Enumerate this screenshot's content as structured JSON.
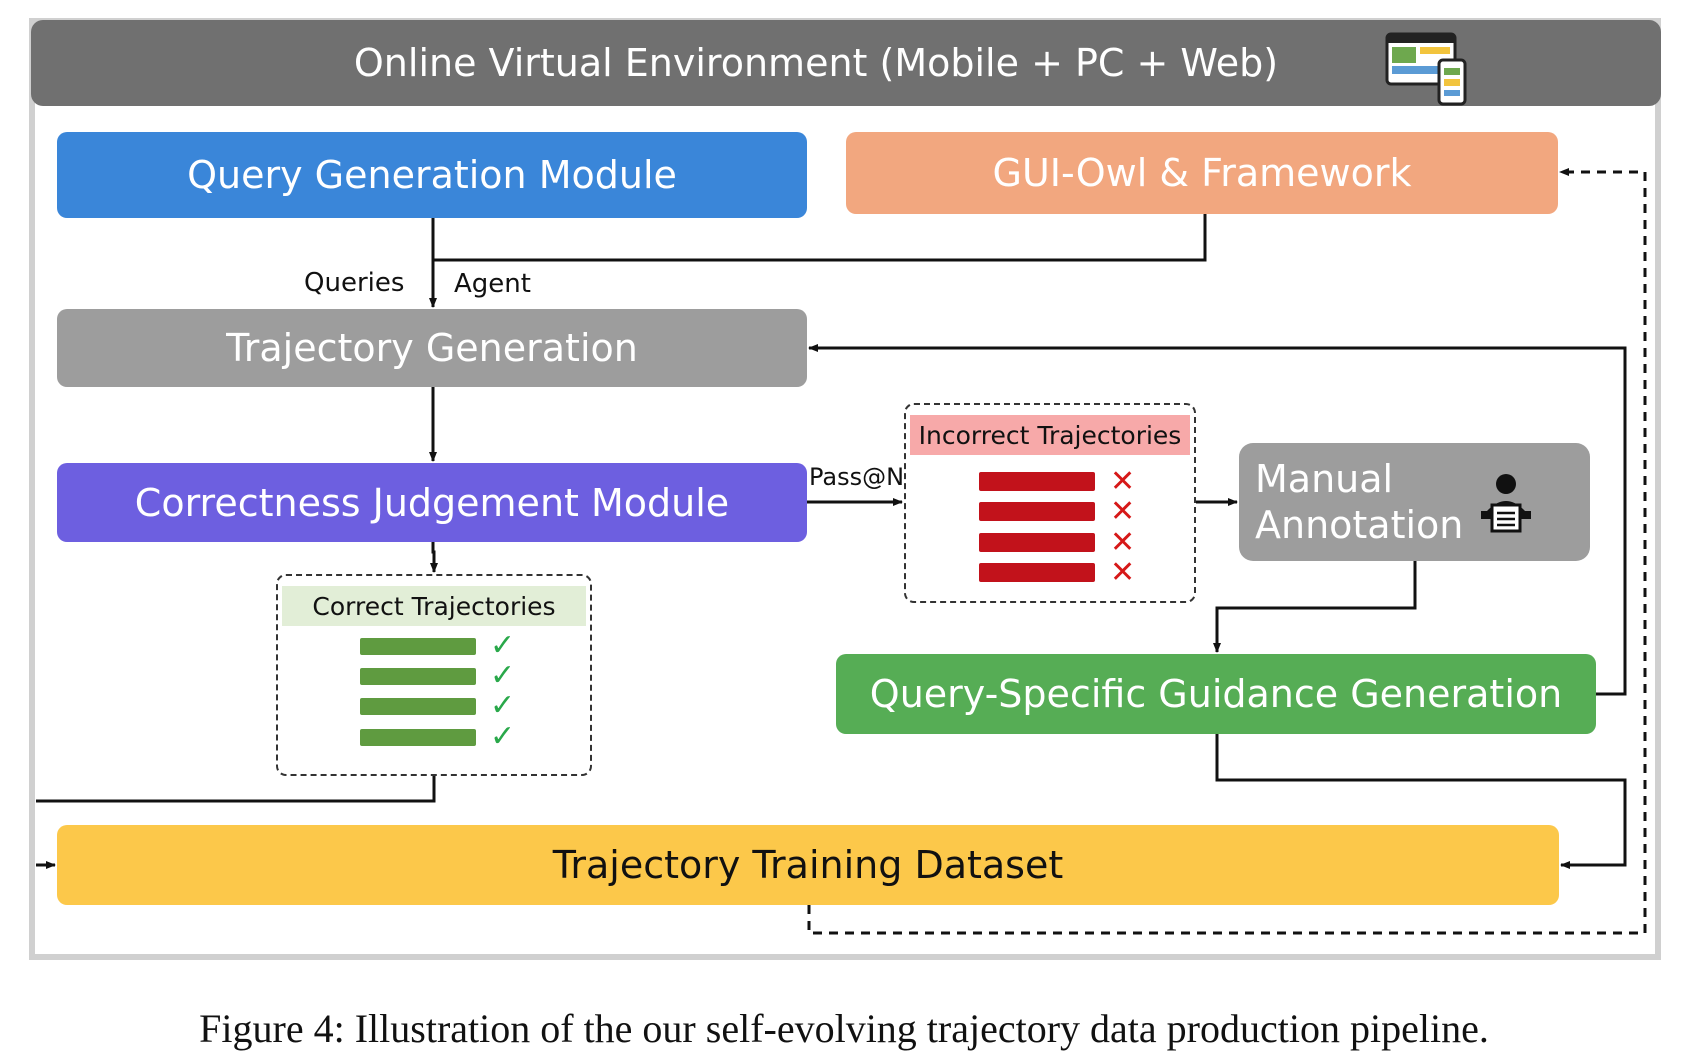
{
  "environment": {
    "title": "Online Virtual Environment (Mobile + PC + Web)",
    "icon": "devices-icon"
  },
  "modules": {
    "query_generation": "Query Generation Module",
    "gui_owl": "GUI-Owl & Framework",
    "trajectory_generation": "Trajectory Generation",
    "correctness_judgement": "Correctness Judgement Module",
    "manual_annotation": "Manual Annotation",
    "guidance_generation": "Query-Specific Guidance Generation",
    "training_dataset": "Trajectory Training Dataset"
  },
  "edges": {
    "queries": "Queries",
    "agent": "Agent",
    "pass_at_n": "Pass@N"
  },
  "panels": {
    "correct": {
      "title": "Correct Trajectories",
      "items": 4
    },
    "incorrect": {
      "title": "Incorrect Trajectories",
      "items": 4
    }
  },
  "colors": {
    "environment": "#707070",
    "query_generation": "#3a86d9",
    "gui_owl": "#f2a77f",
    "trajectory_generation": "#9d9d9d",
    "correctness_judgement": "#6d5fe0",
    "manual_annotation": "#9d9d9d",
    "guidance_generation": "#56ad55",
    "training_dataset": "#fcc84a",
    "correct_mark": "#29a84a",
    "incorrect_mark": "#d61818"
  },
  "caption": "Figure 4: Illustration of the our self-evolving trajectory data production pipeline."
}
